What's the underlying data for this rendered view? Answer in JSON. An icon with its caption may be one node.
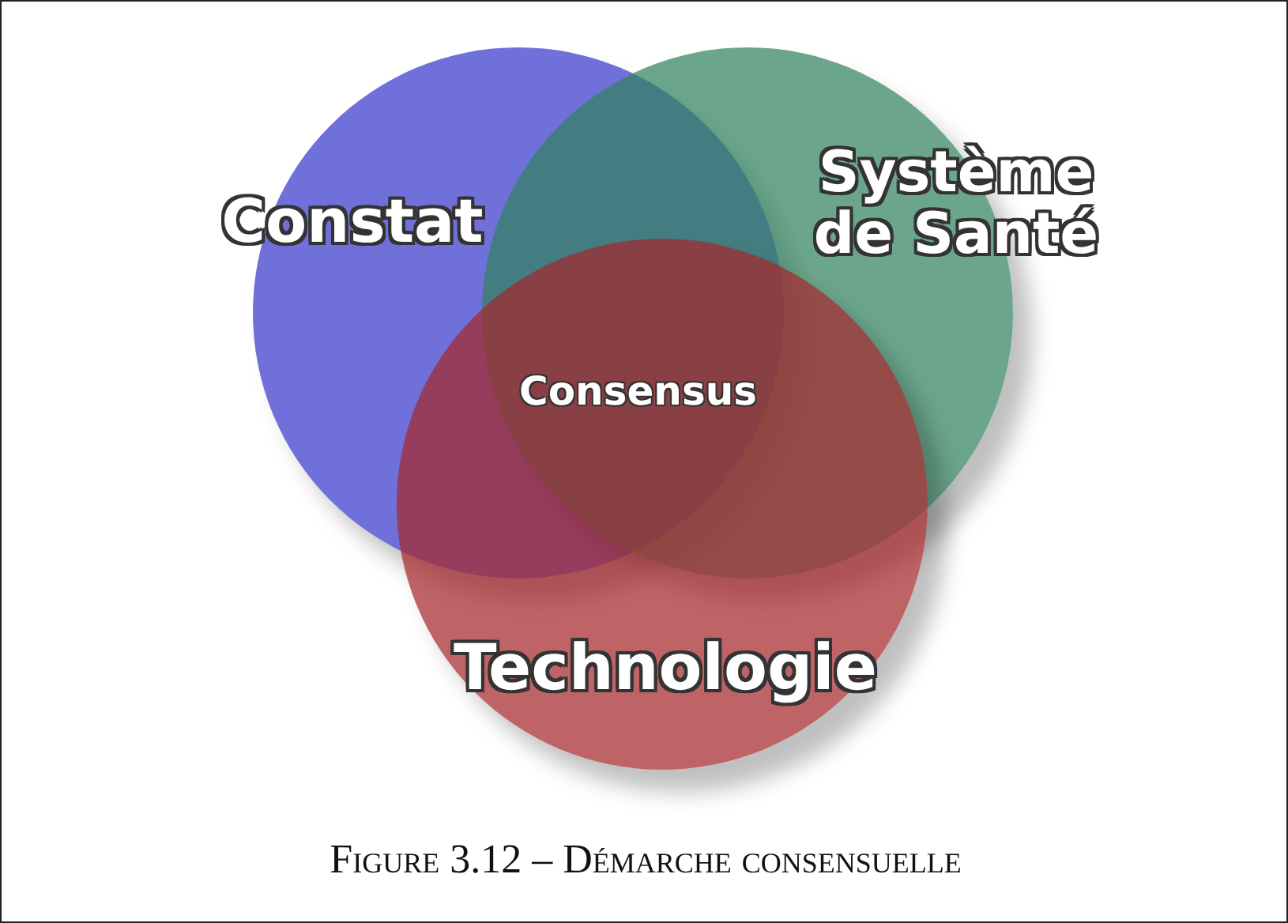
{
  "diagram": {
    "caption": "Figure 3.12 – Démarche consensuelle",
    "nodes": [
      {
        "text": [
          "Constat"
        ]
      },
      {
        "text": [
          "Système de Santé"
        ]
      },
      {
        "text": [
          "Technologie"
        ]
      },
      {
        "text": [
          "Consensus"
        ]
      }
    ]
  }
}
